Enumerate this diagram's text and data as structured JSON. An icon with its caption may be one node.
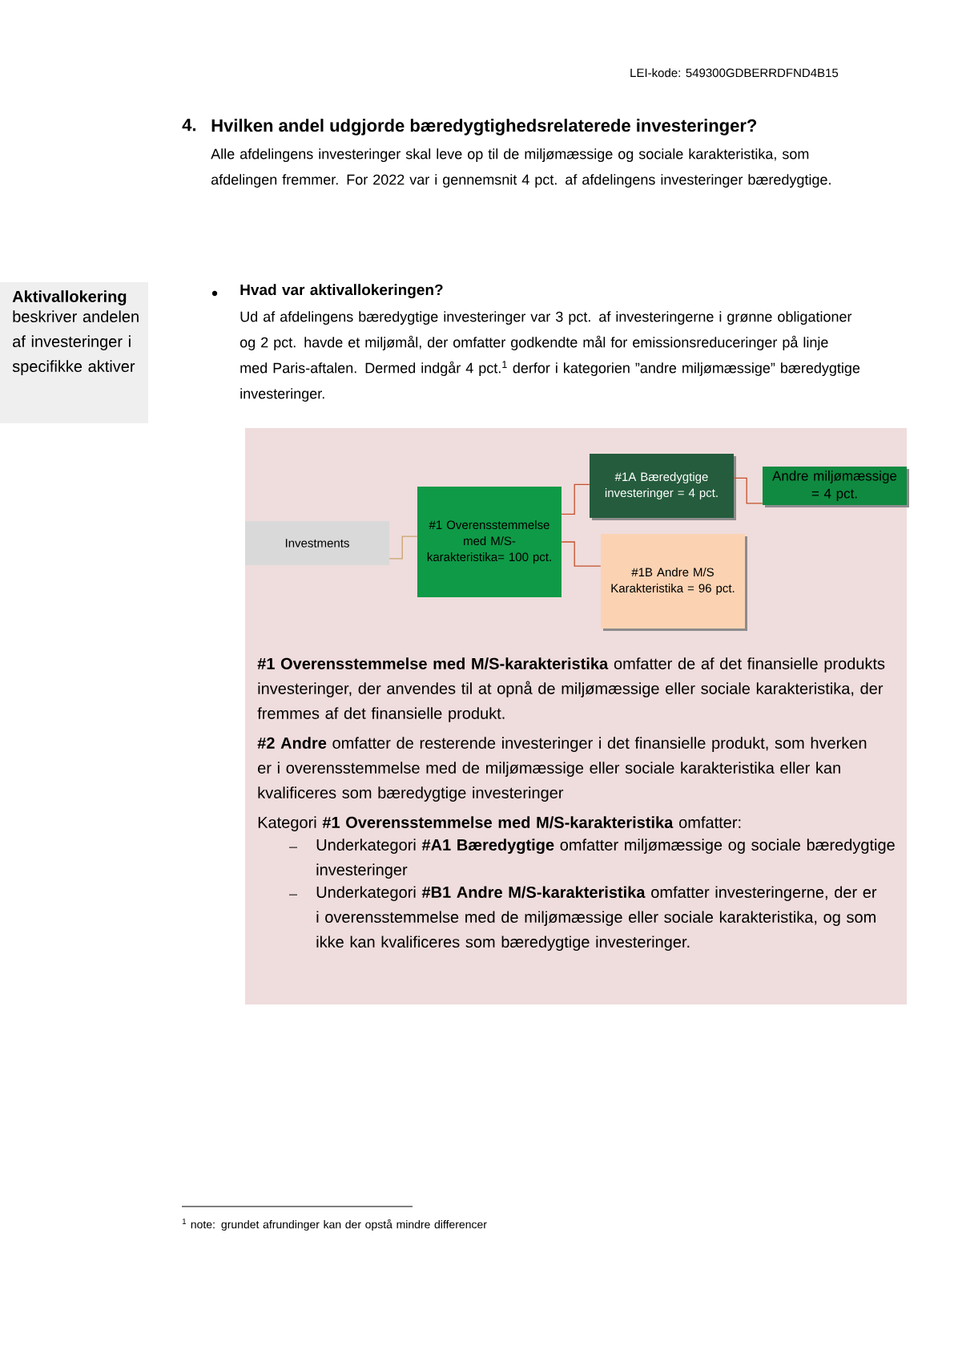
{
  "diagram": {
    "title": "Hvilken andel udgjorde bæredygtighedsrelaterede investeringer?",
    "nodes": [
      {
        "text": [
          "Aktivallokering",
          "beskriver andelen af investeringer i specifikke aktiver"
        ]
      },
      {
        "text": [
          "**#1 Overensstemmelse med M/S-karakteristika** omfatter de af det finansielle produkts investeringer, der anvendes til at opnå de miljømæssige eller sociale karakteristika, der fremmes af det finansielle produkt.",
          "**#2 Andre** omfatter de resterende investeringer i det finansielle produkt, som hverken er i overensstemmelse med de miljømæssige eller sociale karakteristika eller kan kvalificeres som bæredygtige investeringer",
          "Kategori **#1 Overensstemmelse med M/S-karakteristika** omfatter:",
          "Underkategori **#A1 Bæredygtige** omfatter miljømæssige og sociale bæredygtige investeringer",
          "Underkategori **#B1 Andre M/S-karakteristika** omfatter investeringerne, der er i overensstemmelse med de miljømæssige eller sociale karakteristika, og som ikke kan kvalificeres som bæredygtige investeringer."
        ]
      },
      {
        "text": [
          "Investments"
        ],
        "in": 1
      },
      {
        "text": [
          "#1 Overensstemmelse med M/S-karakteristika= 100 pct."
        ],
        "in": 1
      },
      {
        "text": [
          "#1A Bæredygtige investeringer = 4 pct."
        ],
        "in": 1
      },
      {
        "text": [
          "Andre miljømæssige = 4 pct."
        ],
        "in": 1
      },
      {
        "text": [
          "#1B Andre M/S Karakteristika = 96 pct."
        ],
        "in": 1
      }
    ],
    "edges": [
      {
        "from": 2,
        "to": 3,
        "arrow": "none",
        "color": "#c9a36a"
      },
      {
        "from": 3,
        "to": 4,
        "arrow": "none"
      },
      {
        "from": 3,
        "to": 6,
        "arrow": "none"
      },
      {
        "from": 4,
        "to": 5,
        "arrow": "none"
      }
    ],
    "labels": [
      "LEI-kode: 549300GDBERRDFND4B15",
      "4.",
      "Alle afdelingens investeringer skal leve op til de miljømæssige og sociale karakteristika, som afdelingen fremmer. For 2022 var i gennemsnit 4 pct. af afdelingens investeringer bæredygtige.",
      "Hvad var aktivallokeringen?",
      "Ud af afdelingens bæredygtige investeringer var 3 pct. af investeringerne i grønne obligationer og 2 pct. havde et miljømål, der omfatter godkendte mål for emissionsreduceringer på linje med Paris-aftalen. Dermed indgår 4 pct.$^{1}$ derfor i kategorien ”andre miljømæssige” bæredygtige investeringer.",
      "$^{1}$ note: grundet afrundinger kan der opstå mindre differencer"
    ]
  }
}
